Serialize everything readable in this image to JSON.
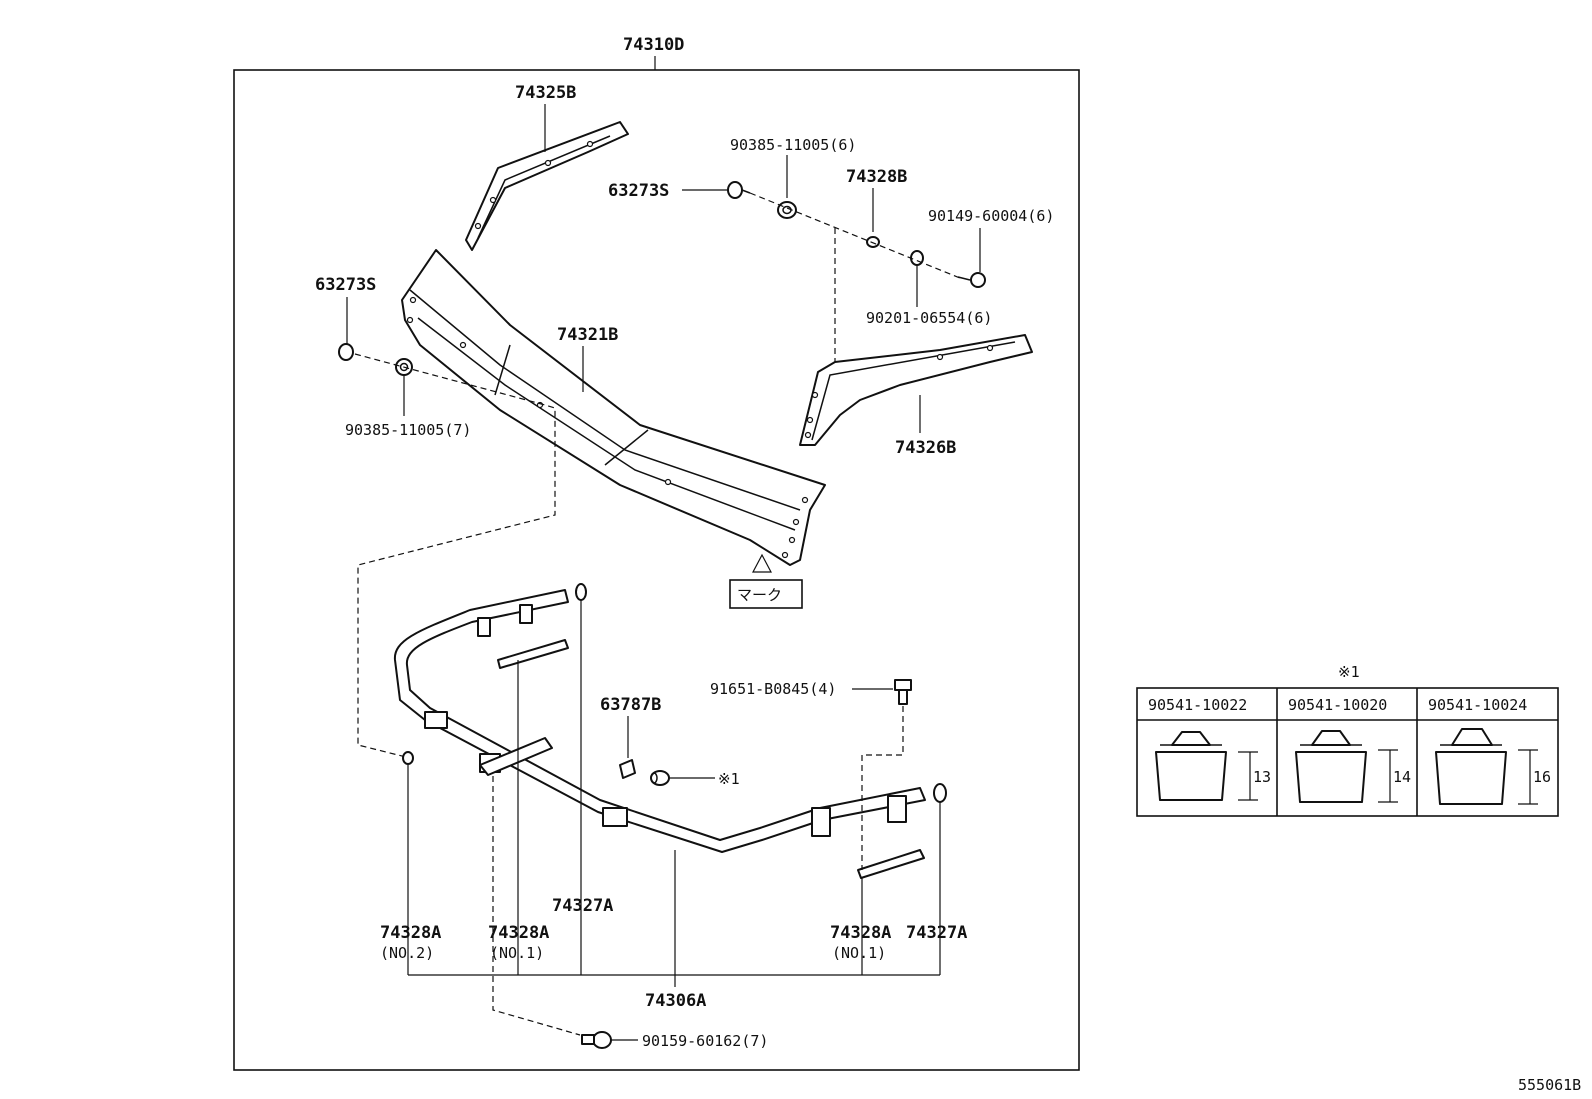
{
  "diagram": {
    "assembly_label": "74310D",
    "parts": {
      "p74325B": "74325B",
      "p90385_6": "90385-11005(6)",
      "p63273S_top": "63273S",
      "p74328B": "74328B",
      "p90149": "90149-60004(6)",
      "p63273S_left": "63273S",
      "p74321B": "74321B",
      "p90201": "90201-06554(6)",
      "p90385_7": "90385-11005(7)",
      "p74326B": "74326B",
      "mark": "マーク",
      "p91651": "91651-B0845(4)",
      "p63787B": "63787B",
      "ref1": "※1",
      "p74327A_mid": "74327A",
      "p74328A_no2": "74328A",
      "note_no2": "(NO.2)",
      "p74328A_no1_left": "74328A",
      "note_no1_left": "(NO.1)",
      "p74328A_no1_right": "74328A",
      "note_no1_right": "(NO.1)",
      "p74327A_right": "74327A",
      "p74306A": "74306A",
      "p90159": "90159-60162(7)"
    },
    "table": {
      "ref_mark": "※1",
      "columns": [
        {
          "part": "90541-10022",
          "dimension": "13"
        },
        {
          "part": "90541-10020",
          "dimension": "14"
        },
        {
          "part": "90541-10024",
          "dimension": "16"
        }
      ]
    },
    "figure_id": "555061B"
  }
}
